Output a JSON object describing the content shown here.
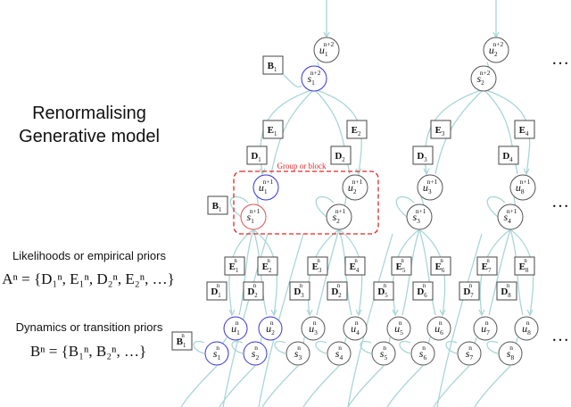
{
  "title_lines": [
    "Renormalising",
    "Generative model"
  ],
  "likelihood_label": "Likelihoods or empirical priors",
  "likelihood_formula": "Aⁿ = {D₁ⁿ, E₁ⁿ, D₂ⁿ, E₂ⁿ, …}",
  "dynamics_label": "Dynamics or transition priors",
  "dynamics_formula": "Bⁿ = {B₁ⁿ, B₂ⁿ, …}",
  "group_label": "Group or block",
  "ellipsis": "…",
  "colors": {
    "edge": "#a9d6d6",
    "node_stroke": "#555555",
    "group_box": "#e32626",
    "blue_node": "#3535d6",
    "red_node": "#e05050",
    "box_stroke": "#444444"
  },
  "top_level": [
    {
      "u": {
        "base": "u",
        "sub": "1",
        "sup": "n+2"
      },
      "s": {
        "base": "s",
        "sub": "1",
        "sup": "n+2"
      },
      "B": {
        "base": "B",
        "sub": "1",
        "sup": ""
      },
      "D": {
        "base": "D",
        "sub": "1",
        "sup": ""
      },
      "E": {
        "base": "E",
        "sub": "1",
        "sup": ""
      },
      "D2": {
        "base": "D",
        "sub": "2",
        "sup": ""
      },
      "E2": {
        "base": "E",
        "sub": "2",
        "sup": ""
      }
    },
    {
      "u": {
        "base": "u",
        "sub": "2",
        "sup": "n+2"
      },
      "s": {
        "base": "s",
        "sub": "2",
        "sup": "n+2"
      },
      "D": {
        "base": "D",
        "sub": "3",
        "sup": ""
      },
      "E": {
        "base": "E",
        "sub": "3",
        "sup": ""
      },
      "D2": {
        "base": "D",
        "sub": "4",
        "sup": ""
      },
      "E2": {
        "base": "E",
        "sub": "4",
        "sup": ""
      }
    }
  ],
  "mid_level": [
    {
      "u": {
        "sub": "1",
        "sup": "n+1"
      },
      "s": {
        "sub": "1",
        "sup": "n+1"
      }
    },
    {
      "u": {
        "sub": "2",
        "sup": "n+1"
      },
      "s": {
        "sub": "2",
        "sup": "n+1"
      }
    },
    {
      "u": {
        "sub": "3",
        "sup": "n+1"
      },
      "s": {
        "sub": "3",
        "sup": "n+1"
      }
    },
    {
      "u": {
        "sub": "8",
        "sup": "n+1"
      },
      "s": {
        "sub": "4",
        "sup": "n+1"
      }
    }
  ],
  "mid_B": {
    "base": "B",
    "sub": "1",
    "sup": ""
  },
  "bottom_boxes": [
    {
      "D": {
        "sub": "1",
        "sup": "n"
      },
      "E": {
        "sub": "1",
        "sup": "n"
      },
      "D2": {
        "sub": "2",
        "sup": "n"
      },
      "E2": {
        "sub": "2",
        "sup": "n"
      }
    },
    {
      "D": {
        "sub": "3",
        "sup": "n"
      },
      "E": {
        "sub": "3",
        "sup": "n"
      },
      "D2": {
        "sub": "2",
        "sup": "n"
      },
      "E2": {
        "sub": "4",
        "sup": "n"
      }
    },
    {
      "D": {
        "sub": "5",
        "sup": "n"
      },
      "E": {
        "sub": "5",
        "sup": "n"
      },
      "D2": {
        "sub": "6",
        "sup": "n"
      },
      "E2": {
        "sub": "6",
        "sup": "n"
      }
    },
    {
      "D": {
        "sub": "7",
        "sup": "n"
      },
      "E": {
        "sub": "7",
        "sup": "n"
      },
      "D2": {
        "sub": "8",
        "sup": "n"
      },
      "E2": {
        "sub": "8",
        "sup": "n"
      }
    }
  ],
  "bottom_B": {
    "base": "B",
    "sub": "1",
    "sup": "n"
  },
  "bottom_level": [
    {
      "u": {
        "sub": "1",
        "sup": "n"
      },
      "s": {
        "sub": "1",
        "sup": "n"
      }
    },
    {
      "u": {
        "sub": "2",
        "sup": "n"
      },
      "s": {
        "sub": "2",
        "sup": "n"
      }
    },
    {
      "u": {
        "sub": "3",
        "sup": "n"
      },
      "s": {
        "sub": "3",
        "sup": "n"
      }
    },
    {
      "u": {
        "sub": "4",
        "sup": "n"
      },
      "s": {
        "sub": "4",
        "sup": "n"
      }
    },
    {
      "u": {
        "sub": "5",
        "sup": "n"
      },
      "s": {
        "sub": "5",
        "sup": "n"
      }
    },
    {
      "u": {
        "sub": "6",
        "sup": "n"
      },
      "s": {
        "sub": "6",
        "sup": "n"
      }
    },
    {
      "u": {
        "sub": "7",
        "sup": "n"
      },
      "s": {
        "sub": "7",
        "sup": "n"
      }
    },
    {
      "u": {
        "sub": "8",
        "sup": "n"
      },
      "s": {
        "sub": "8",
        "sup": "n"
      }
    }
  ]
}
